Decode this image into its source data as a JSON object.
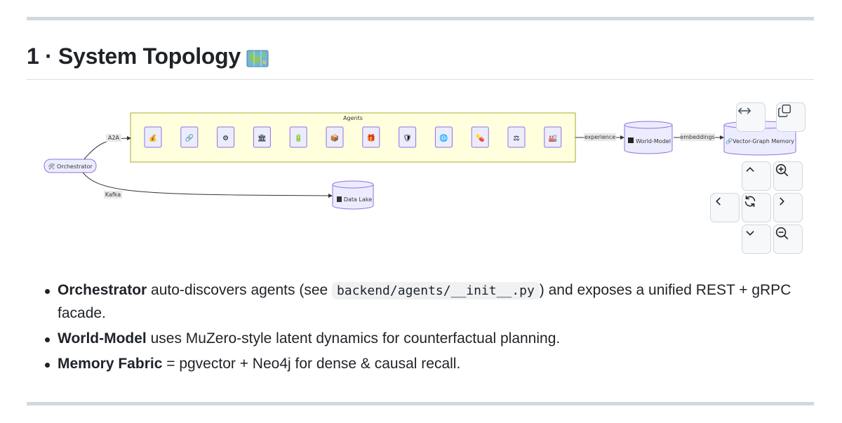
{
  "heading": {
    "prefix": "1 · System Topology",
    "icon": "world-map-icon"
  },
  "diagram": {
    "agents_group_label": "Agents",
    "orchestrator_label": "🛠 Orchestrator",
    "edge_a2a": "A2A",
    "edge_kafka": "Kafka",
    "edge_experience": "experience",
    "edge_embeddings": "embeddings",
    "world_model_label": "World-Model",
    "vector_memory_label": "🔗Vector-Graph Memory",
    "data_lake_label": "Data Lake",
    "agent_icons": [
      "💰",
      "🔗",
      "⚙",
      "🏛",
      "🔋",
      "📦",
      "🎁",
      "🛡",
      "🌐",
      "💊",
      "⚖",
      "🏭"
    ]
  },
  "controls": {
    "fit_icon": "horizontal-arrows-icon",
    "copy_icon": "copy-icon",
    "up_icon": "chevron-up-icon",
    "zoom_in_icon": "zoom-in-icon",
    "left_icon": "chevron-left-icon",
    "reset_icon": "reset-icon",
    "right_icon": "chevron-right-icon",
    "down_icon": "chevron-down-icon",
    "zoom_out_icon": "zoom-out-icon"
  },
  "bullets": [
    {
      "term": "Orchestrator",
      "text_before": " auto-discovers agents (see ",
      "code": "backend/agents/__init__.py",
      "text_after": ") and exposes a unified REST + gRPC facade."
    },
    {
      "term": "World-Model",
      "text": " uses MuZero-style latent dynamics for counterfactual planning."
    },
    {
      "term": "Memory Fabric",
      "text": " = pgvector + Neo4j for dense & causal recall."
    }
  ]
}
